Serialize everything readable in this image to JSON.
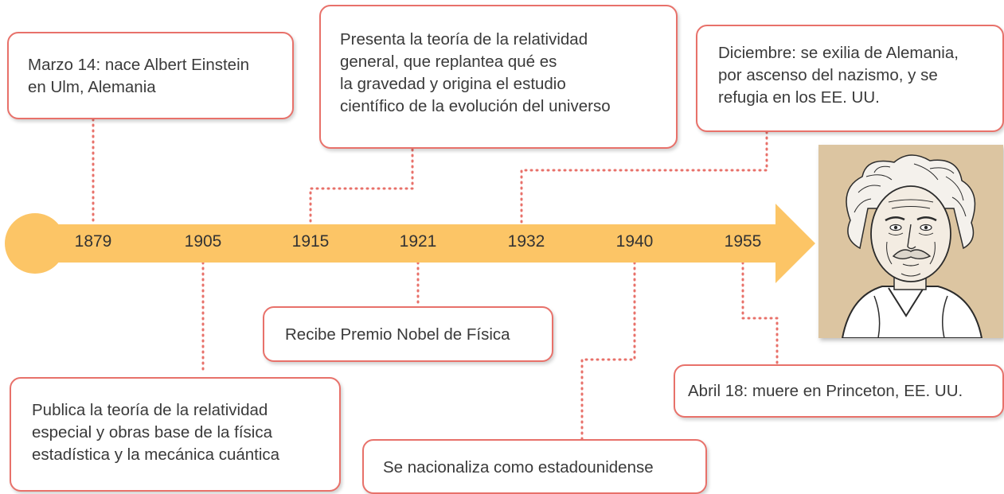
{
  "colors": {
    "timeline": "#fcc566",
    "card_border": "#e8716a",
    "connector": "#e8716a",
    "portrait_bg": "#dcc5a1"
  },
  "years": [
    "1879",
    "1905",
    "1915",
    "1921",
    "1932",
    "1940",
    "1955"
  ],
  "events": {
    "e1879": [
      "Marzo 14: nace Albert Einstein",
      "en Ulm, Alemania"
    ],
    "e1905": [
      "Publica la teoría de la relatividad",
      "especial y obras base de la física",
      "estadística y la mecánica cuántica"
    ],
    "e1915": [
      "Presenta la teoría de la relatividad",
      "general, que replantea qué es",
      "la gravedad y origina el estudio",
      "científico de la evolución del universo"
    ],
    "e1921": [
      "Recibe Premio Nobel de Física"
    ],
    "e1932": [
      "Diciembre: se exilia de Alemania,",
      "por ascenso del nazismo, y se",
      "refugia en los EE. UU."
    ],
    "e1940": [
      "Se nacionaliza como estadounidense"
    ],
    "e1955": [
      "Abril 18: muere en Princeton, EE. UU."
    ]
  },
  "portrait_icon": "einstein-portrait"
}
